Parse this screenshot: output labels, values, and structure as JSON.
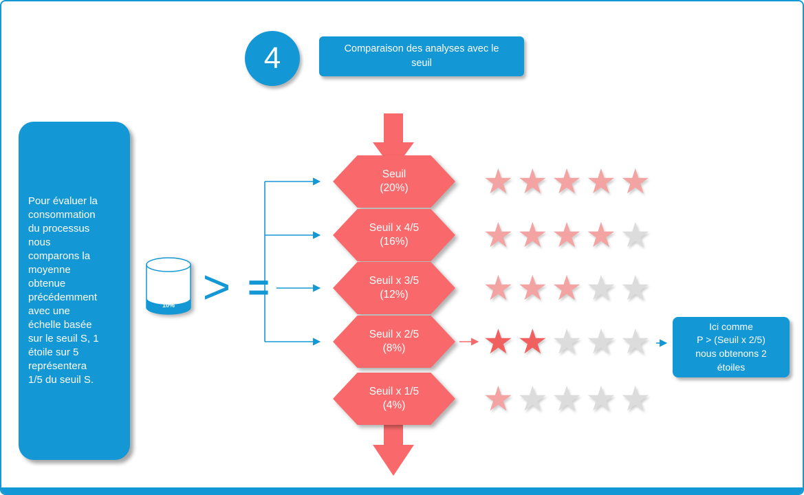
{
  "frame": {
    "step_number": "4",
    "title": "Comparaison des analyses avec le\nseuil"
  },
  "left_panel": {
    "text": "Pour évaluer la\nconsommation\ndu processus\nnous\ncomparons la\nmoyenne\nobtenue\nprécédemment\n avec une\néchelle basée\nsur le seuil S, 1\nétoile sur 5\nreprésentera\n1/5 du seuil S."
  },
  "comparison": {
    "cylinder_label": "10%",
    "greater_than_symbol": ">",
    "equals_symbol": "="
  },
  "scale": {
    "stars_total": 5,
    "star_glyph": "★",
    "levels": [
      {
        "label": "Seuil\n(20%)",
        "stars_filled": 5,
        "highlight": false
      },
      {
        "label": "Seuil x 4/5\n(16%)",
        "stars_filled": 4,
        "highlight": false
      },
      {
        "label": "Seuil x 3/5\n(12%)",
        "stars_filled": 3,
        "highlight": false
      },
      {
        "label": "Seuil x 2/5\n(8%)",
        "stars_filled": 2,
        "highlight": true
      },
      {
        "label": "Seuil x 1/5\n(4%)",
        "stars_filled": 1,
        "highlight": false
      }
    ]
  },
  "result_box": {
    "text": "Ici comme\nP > (Seuil x 2/5)\nnous obtenons 2\nétoiles"
  },
  "colors": {
    "blue": "#1397D5",
    "red": "#F9696B",
    "star_filled": "#F2A3A2",
    "star_highlight": "#F0605E",
    "star_empty": "#DCDCDC"
  }
}
